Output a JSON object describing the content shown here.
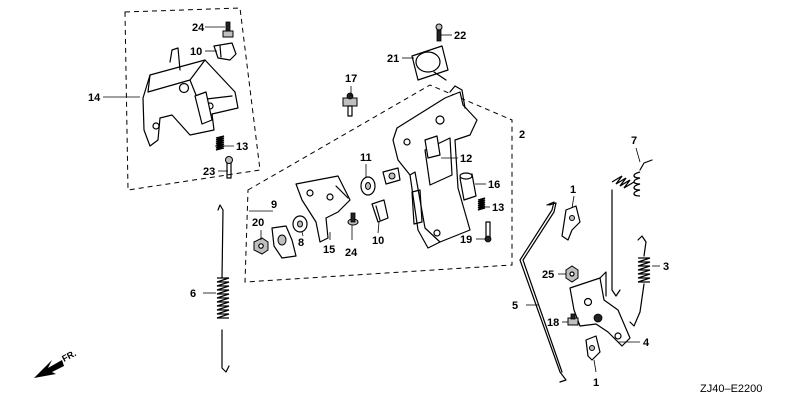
{
  "diagram_code": "ZJ40–E2200",
  "direction_label": "FR.",
  "callouts": {
    "c1a": "1",
    "c1b": "1",
    "c2": "2",
    "c3": "3",
    "c4": "4",
    "c5": "5",
    "c6": "6",
    "c7": "7",
    "c8": "8",
    "c9": "9",
    "c10a": "10",
    "c10b": "10",
    "c11": "11",
    "c12": "12",
    "c13a": "13",
    "c13b": "13",
    "c14": "14",
    "c15": "15",
    "c16": "16",
    "c17": "17",
    "c18": "18",
    "c19": "19",
    "c20": "20",
    "c21": "21",
    "c22": "22",
    "c23": "23",
    "c24a": "24",
    "c24b": "24",
    "c25": "25"
  }
}
